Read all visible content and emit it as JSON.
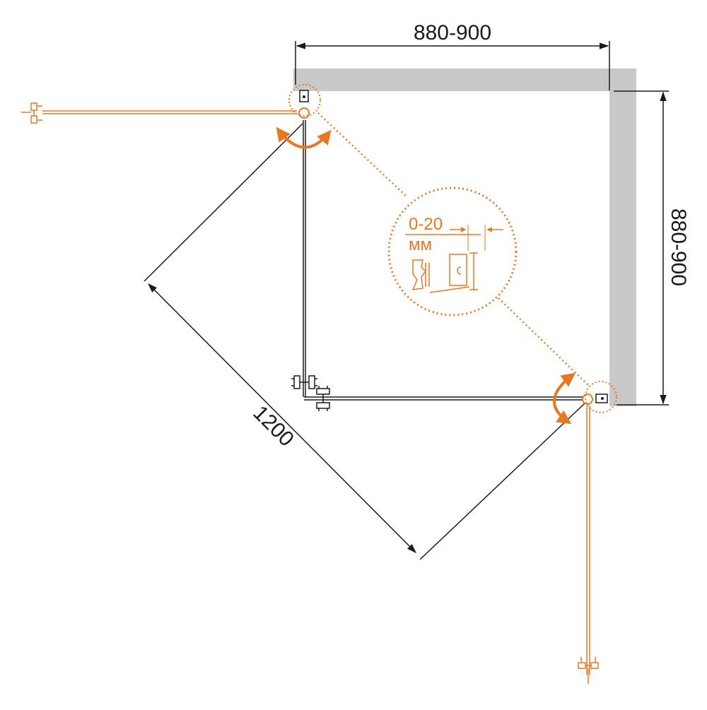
{
  "dimensions": {
    "top_width": "880-900",
    "right_depth": "880-900",
    "diagonal": "1200"
  },
  "detail": {
    "range": "0-20",
    "unit": "мм"
  },
  "colors": {
    "wall": "#c8c8c8",
    "door": "#e87722",
    "line": "#1a1a1a",
    "background": "#ffffff"
  }
}
